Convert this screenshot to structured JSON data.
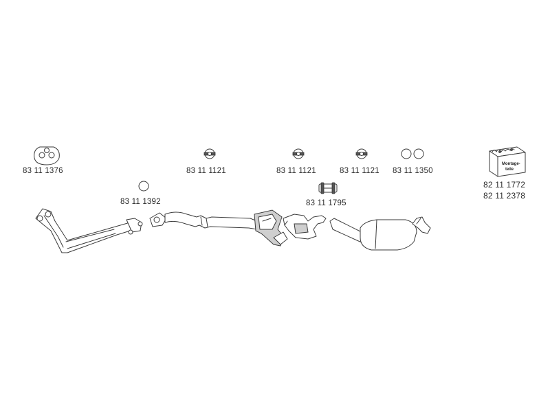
{
  "parts": {
    "gasket_flange": "83 11 1376",
    "hanger_1": "83 11 1121",
    "hanger_2": "83 11 1121",
    "hanger_3": "83 11 1121",
    "rings": "83 11 1350",
    "ring_single": "83 11 1392",
    "clamp": "83 11 1795"
  },
  "mounting_kit": {
    "box_text_1": "Montage-",
    "box_text_2": "teile",
    "code_1": "82 11 1772",
    "code_2": "82 11 2378"
  }
}
